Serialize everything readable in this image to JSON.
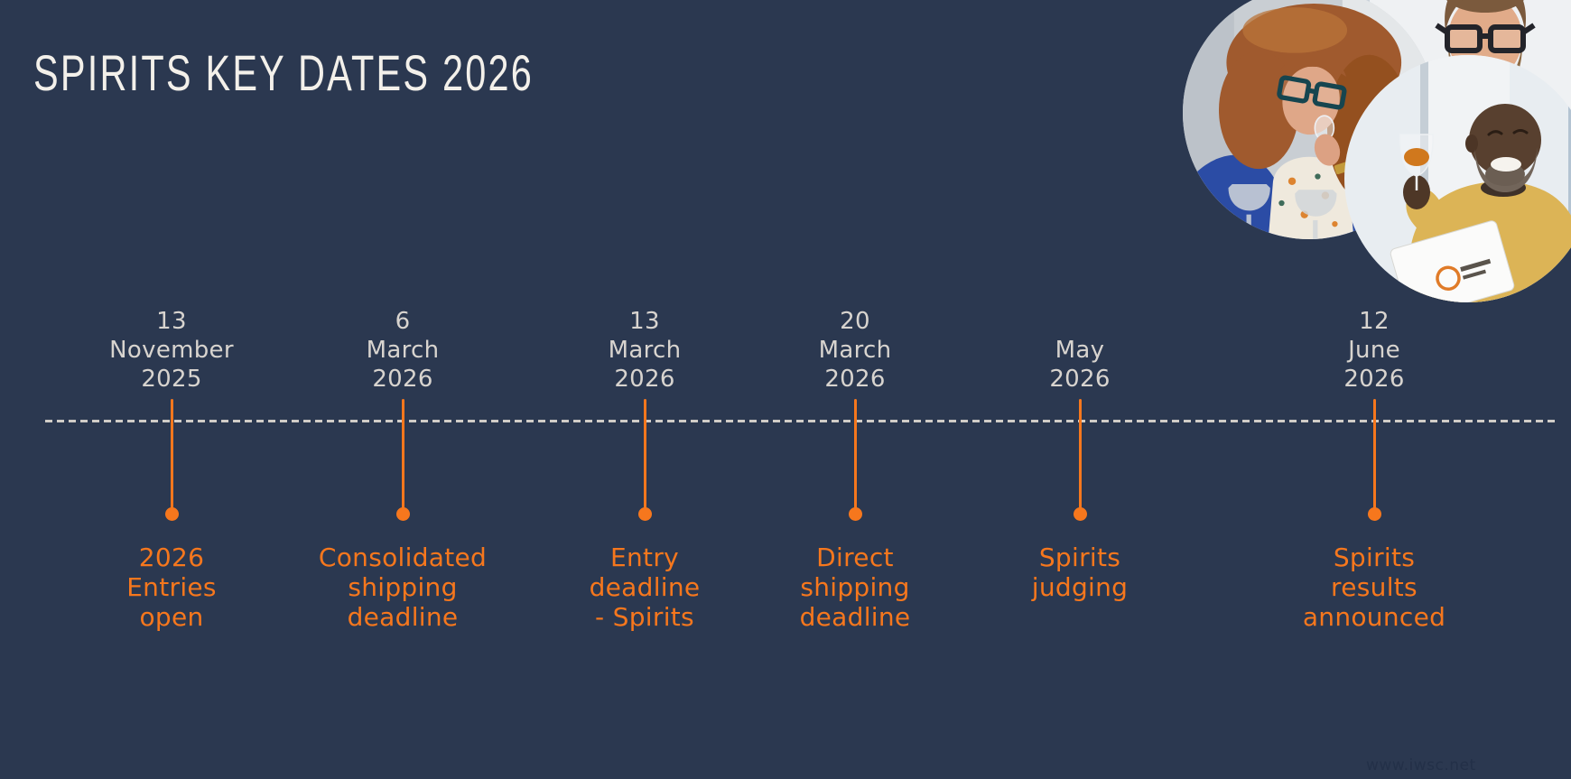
{
  "slide": {
    "title": "SPIRITS KEY DATES 2026",
    "watermark": "www.iwsc.net"
  },
  "colors": {
    "background": "#2b3850",
    "accent_orange": "#f6771d",
    "date_text": "#d8d4cf",
    "title_text": "#f3f0ea",
    "axis_dash": "#d0ccc7",
    "watermark_text": "#233048"
  },
  "timeline": {
    "axis_style": "dashed",
    "events": [
      {
        "id": "entries-open",
        "date_lines": [
          "13",
          "November",
          "2025"
        ],
        "label_lines": [
          "2026",
          "Entries",
          "open"
        ]
      },
      {
        "id": "consolidated-shipping",
        "date_lines": [
          "6",
          "March",
          "2026"
        ],
        "label_lines": [
          "Consolidated",
          "shipping",
          "deadline"
        ]
      },
      {
        "id": "entry-deadline",
        "date_lines": [
          "13",
          "March",
          "2026"
        ],
        "label_lines": [
          "Entry",
          "deadline",
          "- Spirits"
        ]
      },
      {
        "id": "direct-shipping",
        "date_lines": [
          "20",
          "March",
          "2026"
        ],
        "label_lines": [
          "Direct",
          "shipping",
          "deadline"
        ]
      },
      {
        "id": "spirits-judging",
        "date_lines": [
          "May",
          "2026"
        ],
        "label_lines": [
          "Spirits",
          "judging"
        ]
      },
      {
        "id": "spirits-results",
        "date_lines": [
          "12",
          "June",
          "2026"
        ],
        "label_lines": [
          "Spirits",
          "results",
          "announced"
        ]
      }
    ]
  },
  "photos": {
    "items": [
      {
        "name": "judge-woman-nosing-glass",
        "alt": "Judge with red hair and glasses nosing a tasting glass"
      },
      {
        "name": "judge-man-glasses",
        "alt": "Bearded judge with glasses looking down"
      },
      {
        "name": "judge-smiling-man-tablet",
        "alt": "Smiling judge holding a glass of amber spirit and a tablet"
      }
    ]
  }
}
